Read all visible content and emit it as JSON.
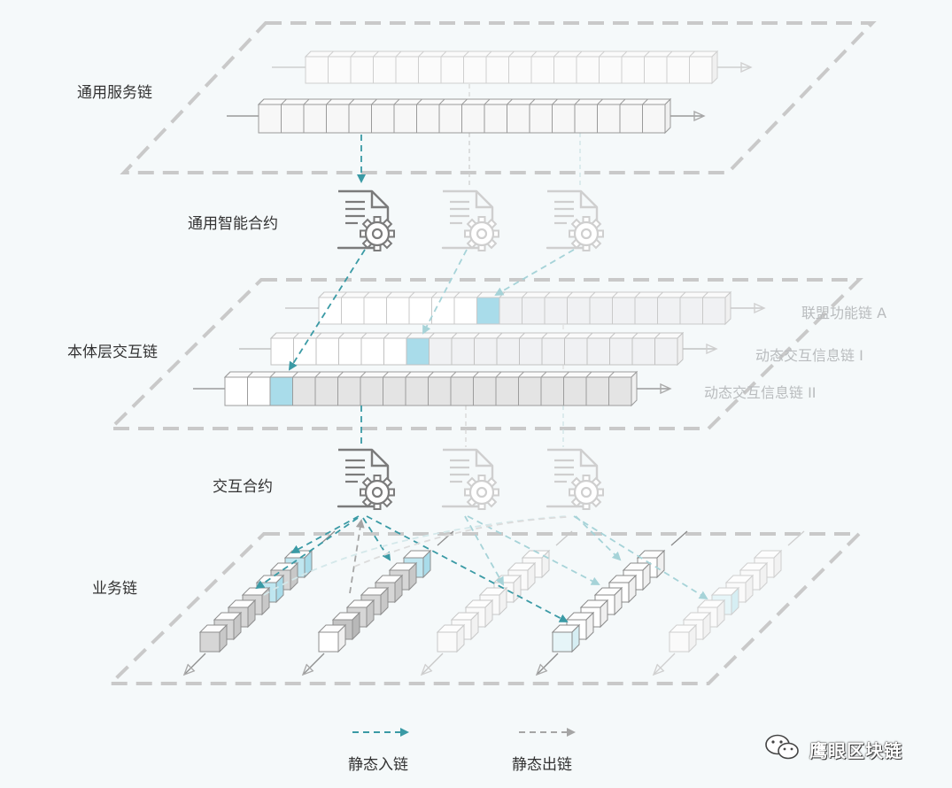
{
  "layers": {
    "service_chain": "通用服务链",
    "general_contract": "通用智能合约",
    "ontology_chain": "本体层交互链",
    "interaction_contract": "交互合约",
    "business_chain": "业务链"
  },
  "chains": {
    "alliance_a": "联盟功能链 A",
    "dynamic_1": "动态交互信息链 I",
    "dynamic_2": "动态交互信息链 II"
  },
  "legend": {
    "in_label": "静态入链",
    "out_label": "静态出链"
  },
  "watermark": "鹰眼区块链",
  "colors": {
    "teal": "#3a9aa5",
    "highlight": "#a9dcea",
    "gray_line": "#a8a8a8",
    "light_line": "#d5d5d5"
  }
}
